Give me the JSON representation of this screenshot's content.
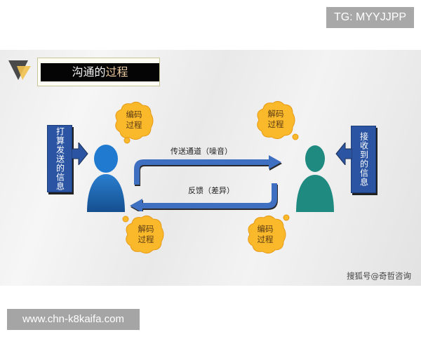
{
  "watermark_top": "TG: MYYJJPP",
  "watermark_bottom": "www.chn-k8kaifa.com",
  "slide": {
    "title_plain": "沟通的",
    "title_accent": "过程",
    "sender_box": "打算发送的信息",
    "receiver_box": "接收到的信息",
    "clouds": {
      "sender_top": "编码\n过程",
      "receiver_top": "解码\n过程",
      "sender_bottom": "解码\n过程",
      "receiver_bottom": "编码\n过程"
    },
    "channel_label": "传送通道（噪音）",
    "feedback_label": "反馈（差异）",
    "credit": "搜狐号@奇哲咨询",
    "colors": {
      "sender_person": "#1f5fa8",
      "receiver_person": "#1f8a80",
      "arrows": "#3f6fc0",
      "side_box": "#2b55a3",
      "cloud": "#f9b92b",
      "title_bar": "#050505"
    }
  }
}
